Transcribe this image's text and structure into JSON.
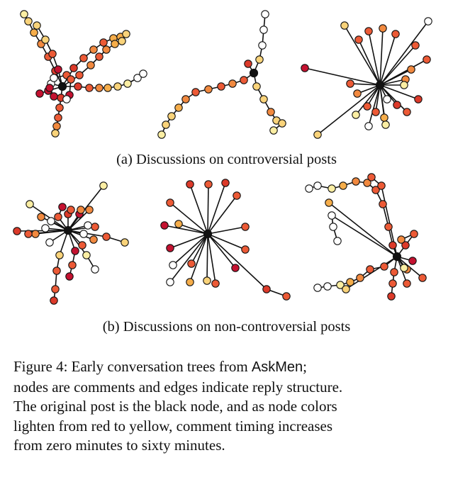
{
  "subcaptions": {
    "a": "(a) Discussions on controversial posts",
    "b": "(b) Discussions on non-controversial posts"
  },
  "caption": {
    "line1_pre": "Figure 4:  Early conversation trees from ",
    "dataset": "AskMen",
    "line1_post": ";",
    "line2": "nodes are comments and edges indicate reply structure.",
    "line3": "The original post is the black node, and as node colors",
    "line4": "lighten from red to yellow, comment timing increases",
    "line5": "from zero minutes to sixty minutes."
  },
  "colors": {
    "root": "#111111",
    "timing_scale": [
      "#c41230",
      "#dc3a2a",
      "#ec5a36",
      "#f1893f",
      "#f5ad4a",
      "#f9d37a",
      "#fbeea3",
      "#ffffff"
    ],
    "edge": "#111111"
  }
}
